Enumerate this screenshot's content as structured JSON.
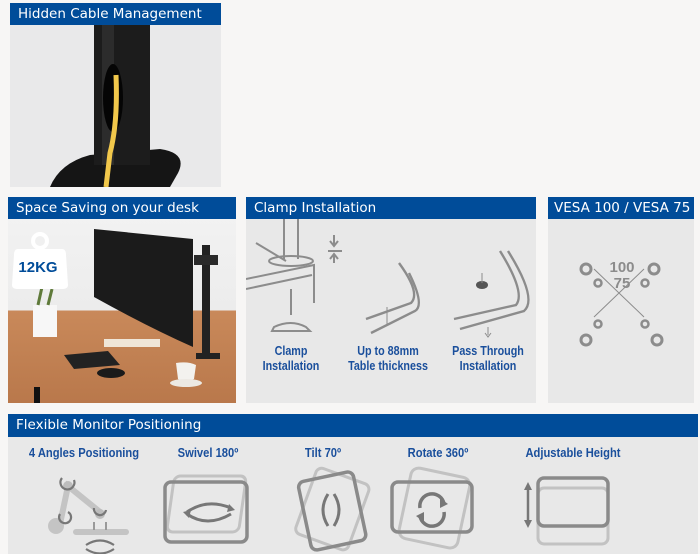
{
  "panels": {
    "cable": {
      "title": "Hidden Cable Management"
    },
    "space": {
      "title": "Space Saving on your desk",
      "weight_badge": "12KG"
    },
    "clamp": {
      "title": "Clamp Installation",
      "items": [
        {
          "line1": "Clamp",
          "line2": "Installation"
        },
        {
          "line1": "Up to 88mm",
          "line2": "Table thickness"
        },
        {
          "line1": "Pass Through",
          "line2": "Installation"
        }
      ]
    },
    "vesa": {
      "title": "VESA 100 / VESA 75",
      "label_100": "100",
      "label_75": "75"
    },
    "flex": {
      "title": "Flexible Monitor Positioning",
      "items": [
        {
          "label": "4 Angles Positioning"
        },
        {
          "label": "Swivel 180º"
        },
        {
          "label": "Tilt 70º"
        },
        {
          "label": "Rotate 360º"
        },
        {
          "label": "Adjustable Height"
        }
      ]
    }
  },
  "colors": {
    "header_blue": "#004c99",
    "caption_blue": "#1a4f9c",
    "panel_bg": "#e8e8e8",
    "icon_gray": "#8c8c8c",
    "cable_yellow": "#f2c84b"
  }
}
